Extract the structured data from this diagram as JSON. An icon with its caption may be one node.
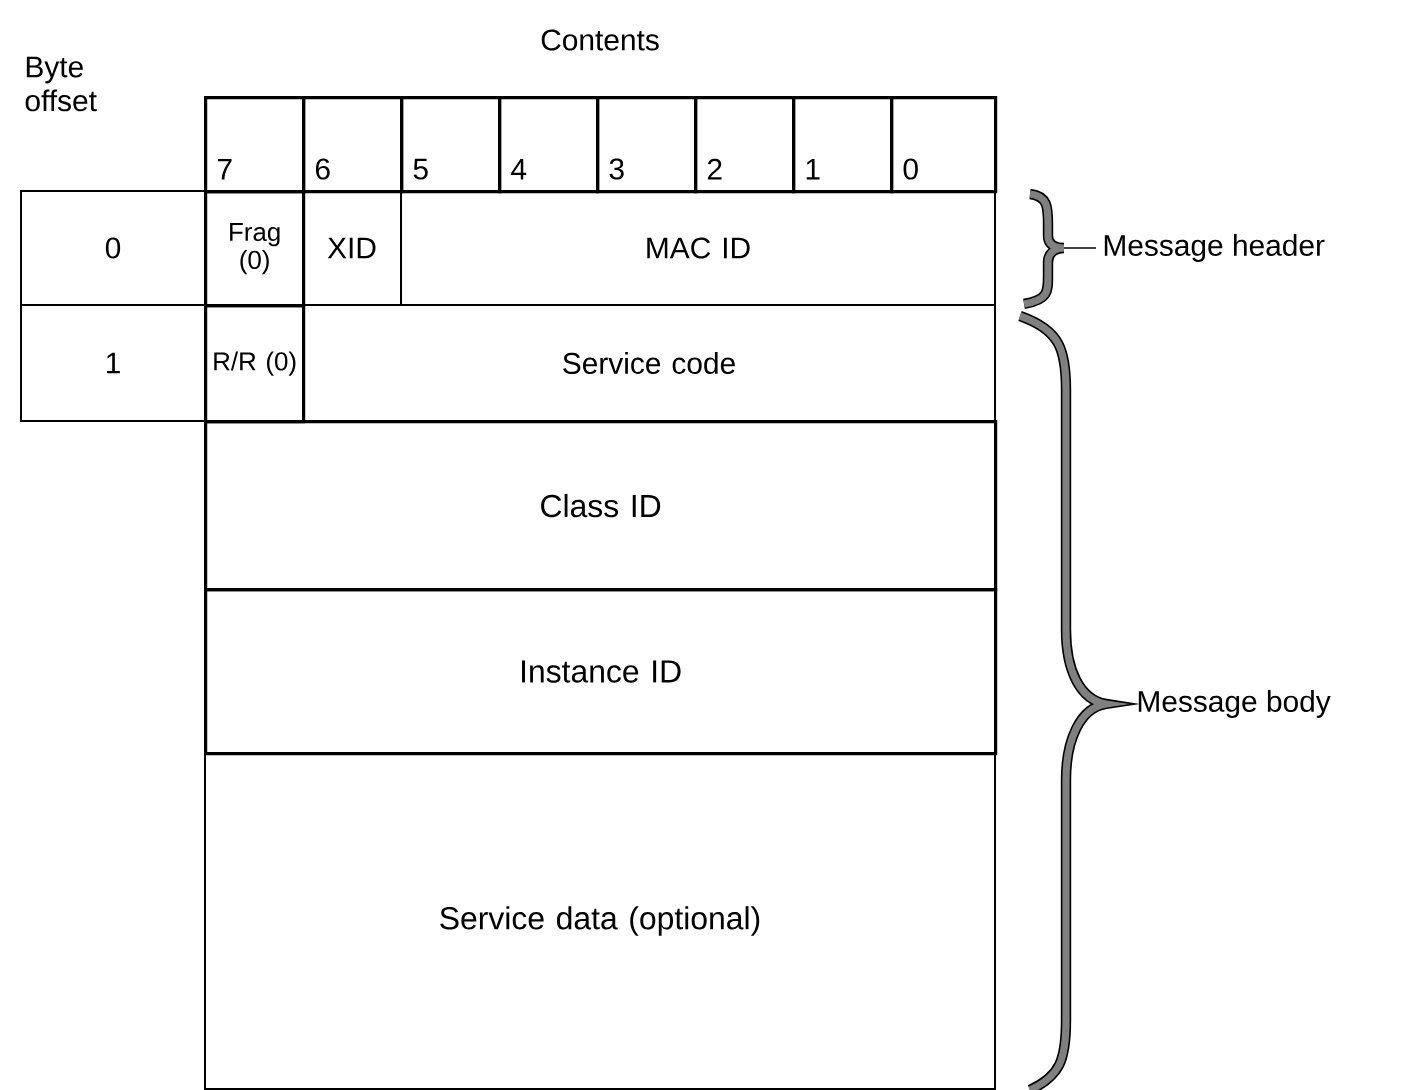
{
  "diagram": {
    "nodes": [
      {
        "text": [
          "7"
        ]
      },
      {
        "text": [
          "6"
        ]
      },
      {
        "text": [
          "5"
        ]
      },
      {
        "text": [
          "4"
        ]
      },
      {
        "text": [
          "3"
        ]
      },
      {
        "text": [
          "2"
        ]
      },
      {
        "text": [
          "1"
        ]
      },
      {
        "text": [
          "0"
        ]
      },
      {
        "text": [
          "0"
        ]
      },
      {
        "text": [
          "Frag (0)"
        ]
      },
      {
        "text": [
          "XID"
        ]
      },
      {
        "text": [
          "MAC ID"
        ]
      },
      {
        "text": [
          "1"
        ]
      },
      {
        "text": [
          "R/R (0)"
        ]
      },
      {
        "text": [
          "Service code"
        ]
      },
      {
        "text": [
          "Class ID"
        ]
      },
      {
        "text": [
          "Instance ID"
        ]
      },
      {
        "text": [
          "Service data (optional)"
        ]
      }
    ],
    "labels": [
      "Contents",
      "Byte offset",
      "Message header",
      "Message body"
    ]
  }
}
